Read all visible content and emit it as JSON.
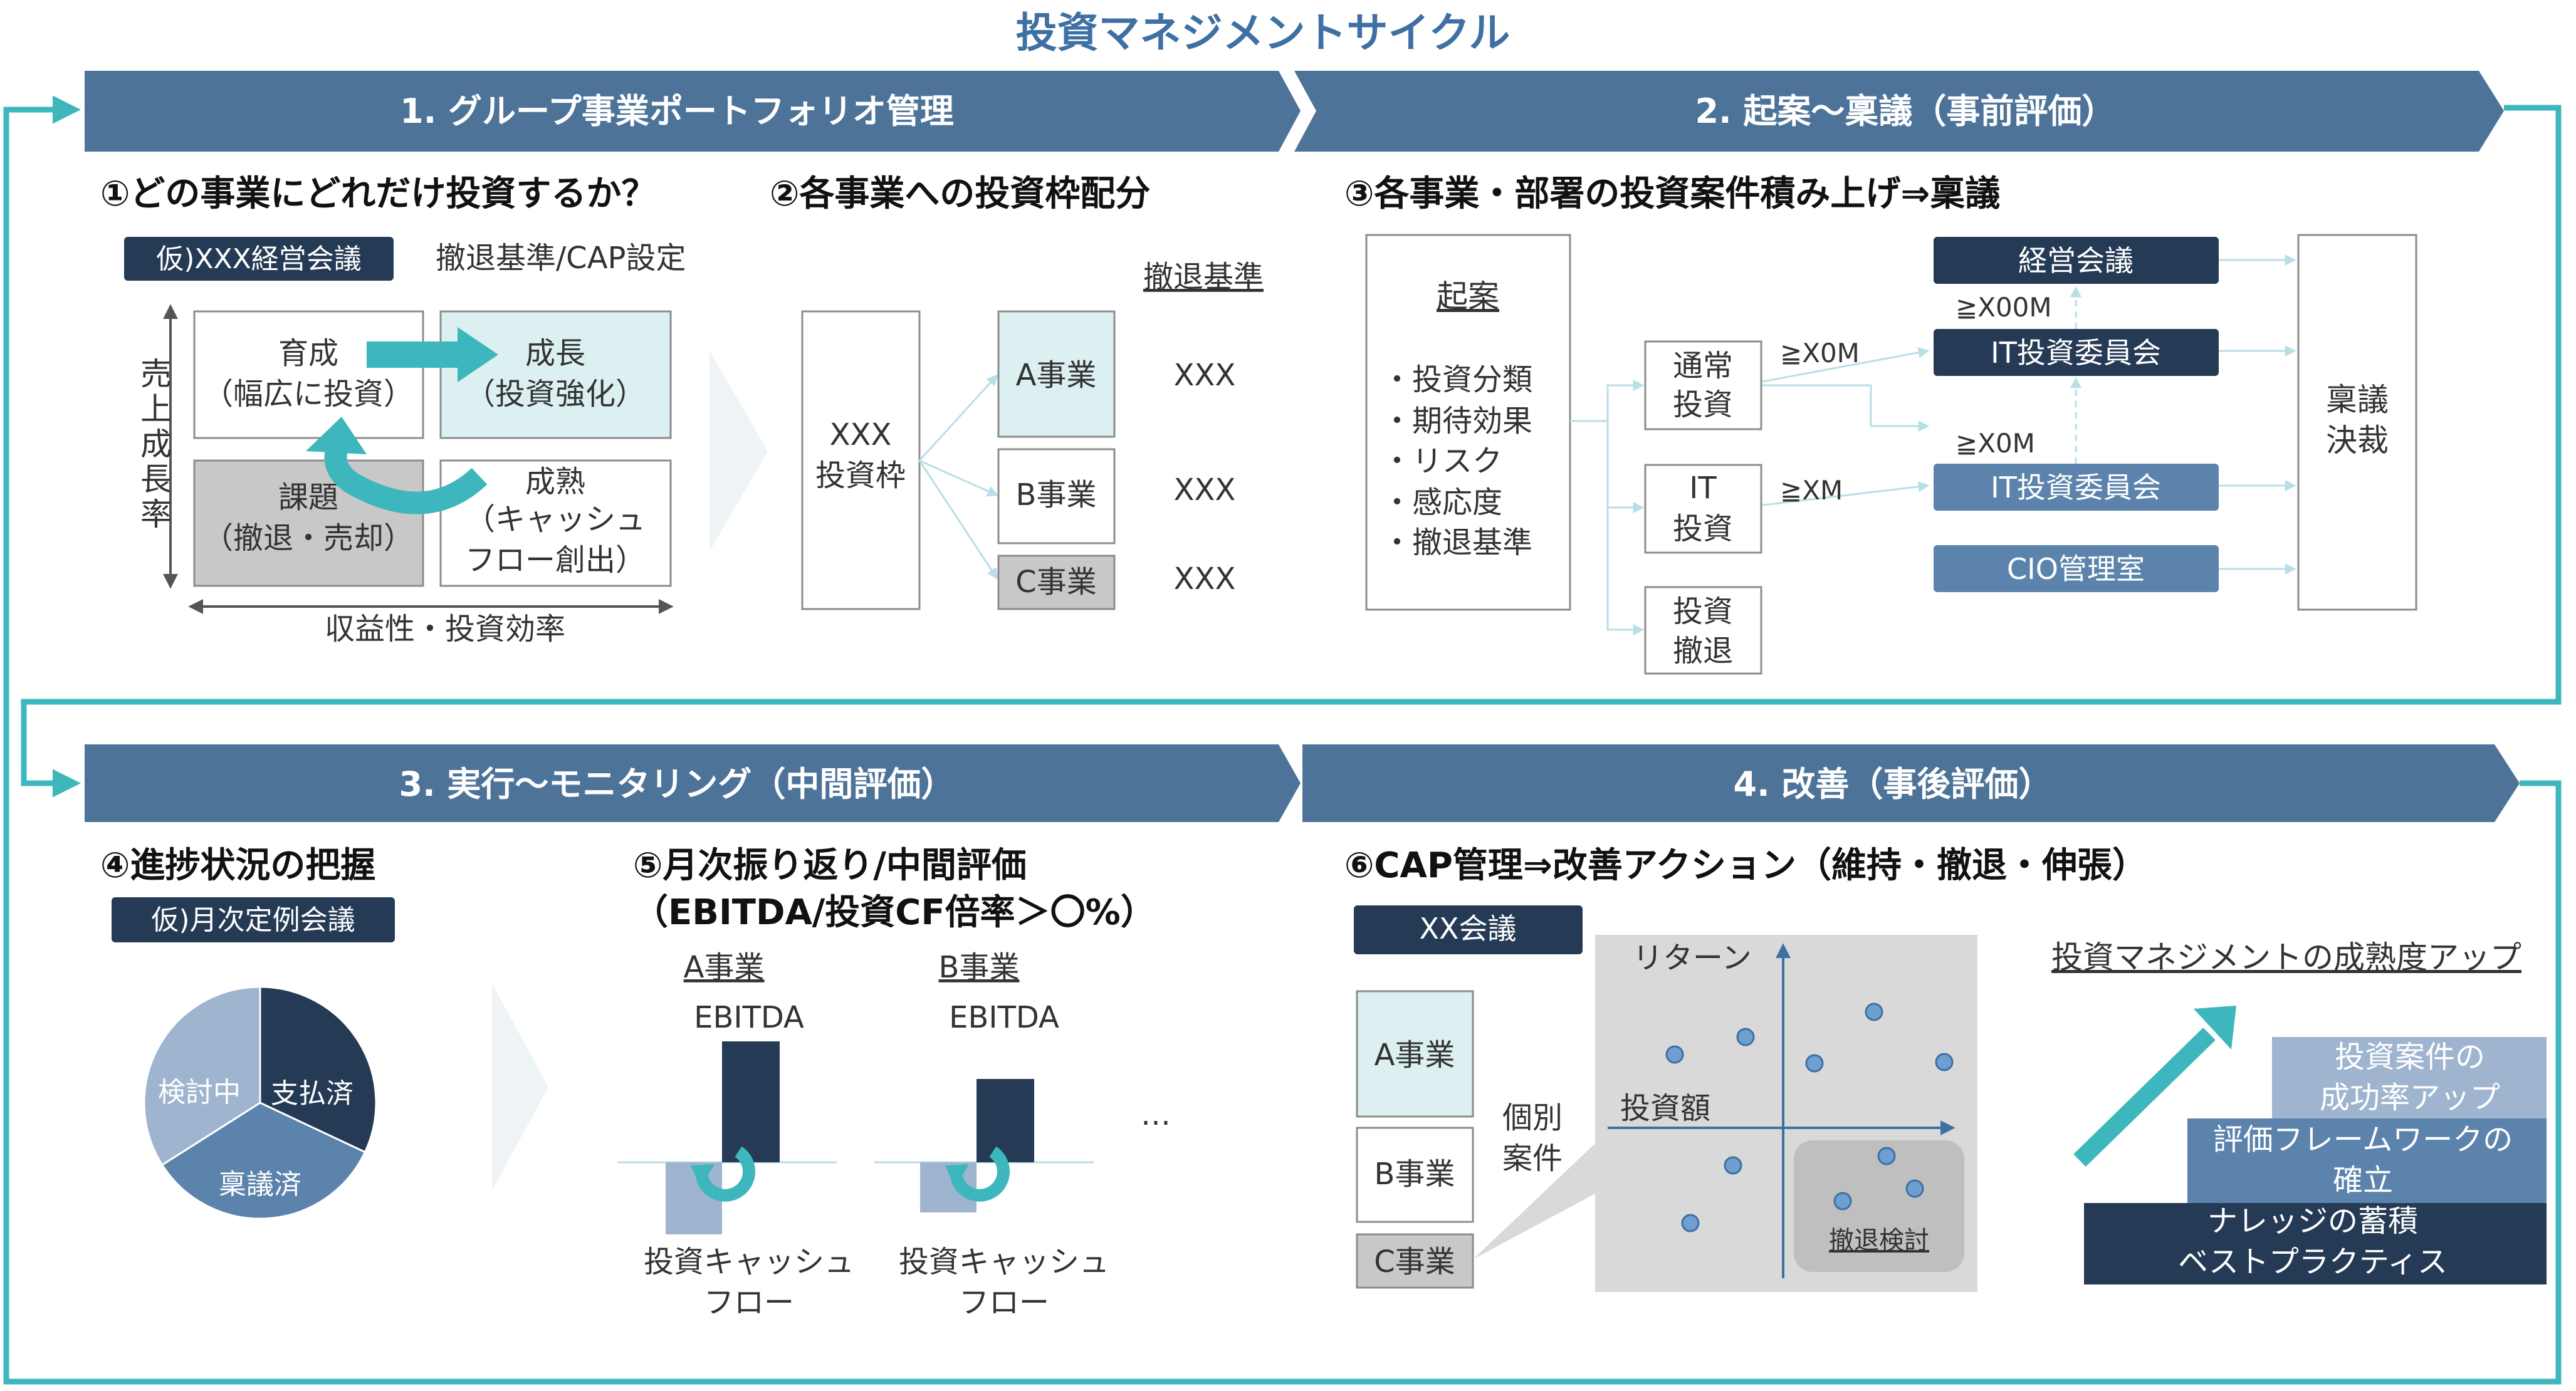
{
  "colors": {
    "banner": "#4e7399",
    "navy": "#253a55",
    "mid_blue": "#5b83ab",
    "pale_blue": "#9fb4cf",
    "light_teal": "#dcf0f2",
    "gray": "#c8c8c8",
    "teal": "#3db7bd",
    "title_blue": "#3f70a3"
  },
  "title": "投資マネジメントサイクル",
  "phases": {
    "p1": "1. グループ事業ポートフォリオ管理",
    "p2": "2. 起案～稟議（事前評価）",
    "p3": "3. 実行～モニタリング（中間評価）",
    "p4": "4. 改善（事後評価）"
  },
  "s1": {
    "heading": "①どの事業にどれだけ投資するか？",
    "meeting_tag": "仮)XXX経営会議",
    "subtitle": "撤退基準/CAP設定",
    "y_axis": "売上成長率",
    "x_axis": "収益性・投資効率",
    "quad_grow": [
      "育成",
      "（幅広に投資）"
    ],
    "quad_growth": [
      "成長",
      "（投資強化）"
    ],
    "quad_issue": [
      "課題",
      "（撤退・売却）"
    ],
    "quad_mature": [
      "成熟",
      "（キャッシュ",
      "フロー創出）"
    ]
  },
  "s2": {
    "heading": "②各事業への投資枠配分",
    "criteria_label": "撤退基準",
    "budget": [
      "XXX",
      "投資枠"
    ],
    "businesses": [
      "A事業",
      "B事業",
      "C事業"
    ],
    "values": [
      "XXX",
      "XXX",
      "XXX"
    ]
  },
  "s3": {
    "heading": "③各事業・部署の投資案件積み上げ⇒稟議",
    "proposal_title": "起案",
    "proposal_items": [
      "・投資分類",
      "・期待効果",
      "・リスク",
      "・感応度",
      "・撤退基準"
    ],
    "cat1": [
      "通常",
      "投資"
    ],
    "cat2": [
      "IT",
      "投資"
    ],
    "cat3": [
      "投資",
      "撤退"
    ],
    "thr1": "≧X0M",
    "thr2": "≧XM",
    "thr3": "≧X00M",
    "thr4": "≧X0M",
    "bodies": [
      "経営会議",
      "IT投資委員会",
      "IT投資委員会",
      "CIO管理室"
    ],
    "approval": [
      "稟議",
      "決裁"
    ]
  },
  "s4": {
    "heading": "④進捗状況の把握",
    "meeting_tag": "仮)月次定例会議",
    "pie_labels": [
      "支払済",
      "稟議済",
      "検討中"
    ]
  },
  "s5": {
    "heading_line1": "⑤月次振り返り/中間評価",
    "heading_line2": "（EBITDA/投資CF倍率＞〇%）",
    "biz_a": "A事業",
    "biz_b": "B事業",
    "ebitda": "EBITDA",
    "cf": [
      "投資キャッシュ",
      "フロー"
    ],
    "ellipsis": "…"
  },
  "s6": {
    "heading": "⑥CAP管理⇒改善アクション（維持・撤退・伸張）",
    "meeting_tag": "XX会議",
    "businesses": [
      "A事業",
      "B事業",
      "C事業"
    ],
    "individual": [
      "個別",
      "案件"
    ],
    "y_axis": "リターン",
    "x_axis": "投資額",
    "exit_area": "撤退検討",
    "maturity_title": "投資マネジメントの成熟度アップ",
    "steps": [
      [
        "ナレッジの蓄積",
        "ベストプラクティス"
      ],
      [
        "評価フレームワークの",
        "確立"
      ],
      [
        "投資案件の",
        "成功率アップ"
      ]
    ]
  },
  "chart_data": {
    "type": "pie",
    "categories": [
      "支払済",
      "稟議済",
      "検討中"
    ],
    "values": [
      32,
      34,
      34
    ]
  }
}
